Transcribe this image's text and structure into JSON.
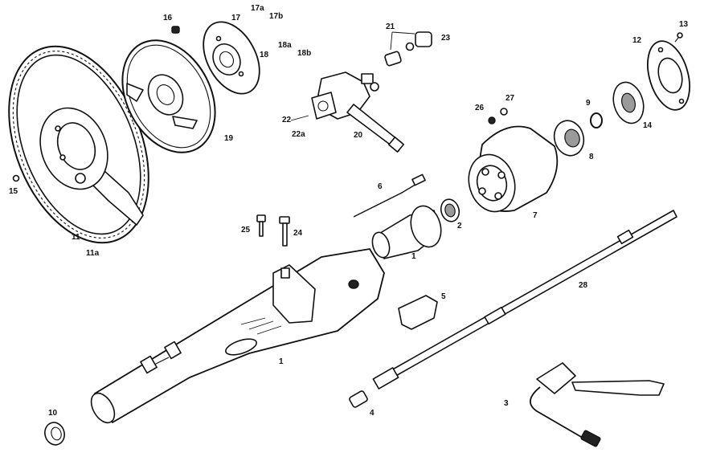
{
  "labels": {
    "p1a": "1",
    "p1b": "1",
    "p2": "2",
    "p3": "3",
    "p4": "4",
    "p5": "5",
    "p6": "6",
    "p7": "7",
    "p8": "8",
    "p9": "9",
    "p10": "10",
    "p11": "11",
    "p11a": "11a",
    "p12": "12",
    "p13": "13",
    "p14": "14",
    "p15": "15",
    "p16": "16",
    "p17": "17",
    "p17a": "17a",
    "p17b": "17b",
    "p18": "18",
    "p18a": "18a",
    "p18b": "18b",
    "p19": "19",
    "p20": "20",
    "p21": "21",
    "p22": "22",
    "p22a": "22a",
    "p23": "23",
    "p24": "24",
    "p25": "25",
    "p26": "26",
    "p27": "27",
    "p28": "28"
  }
}
